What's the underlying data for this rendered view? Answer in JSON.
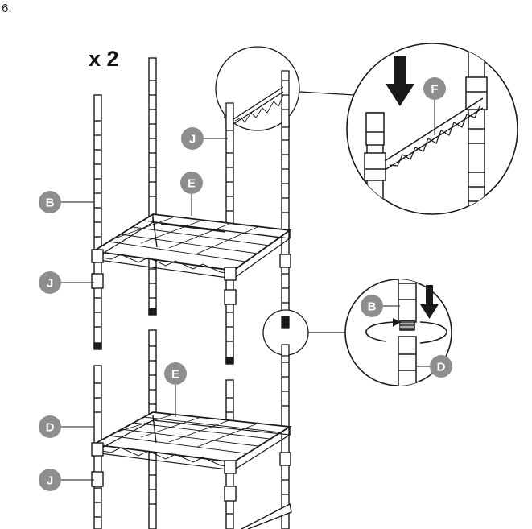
{
  "step": "6:",
  "quantity": "x 2",
  "callouts": {
    "B_main": "B",
    "J_top": "J",
    "E_top": "E",
    "J_mid": "J",
    "E_bottom": "E",
    "D_main": "D",
    "J_bottom": "J",
    "F_detail": "F",
    "B_detail": "B",
    "D_detail": "D"
  },
  "colors": {
    "line": "#1a1a1a",
    "callout": "#8e8e8e",
    "arrow": "#1a1a1a"
  }
}
